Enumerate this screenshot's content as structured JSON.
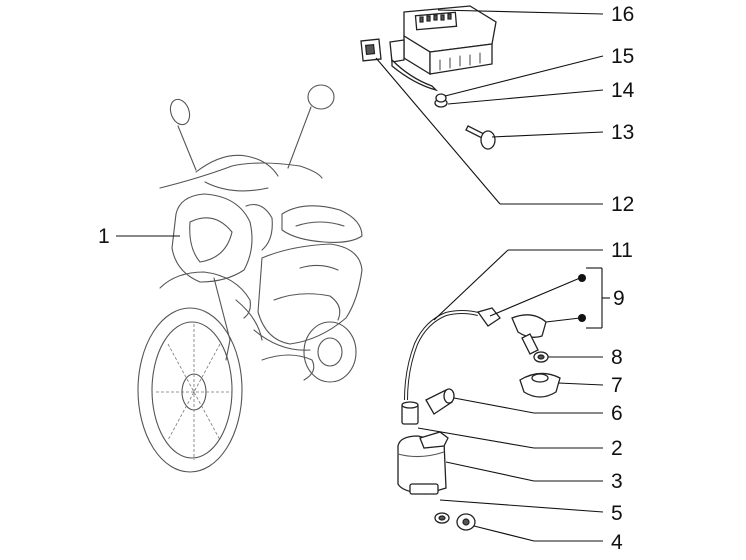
{
  "callouts": [
    {
      "id": "1",
      "label": "1"
    },
    {
      "id": "2",
      "label": "2"
    },
    {
      "id": "3",
      "label": "3"
    },
    {
      "id": "4",
      "label": "4"
    },
    {
      "id": "5",
      "label": "5"
    },
    {
      "id": "6",
      "label": "6"
    },
    {
      "id": "7",
      "label": "7"
    },
    {
      "id": "8",
      "label": "8"
    },
    {
      "id": "9",
      "label": "9"
    },
    {
      "id": "11",
      "label": "11"
    },
    {
      "id": "12",
      "label": "12"
    },
    {
      "id": "13",
      "label": "13"
    },
    {
      "id": "14",
      "label": "14"
    },
    {
      "id": "15",
      "label": "15"
    },
    {
      "id": "16",
      "label": "16"
    }
  ]
}
